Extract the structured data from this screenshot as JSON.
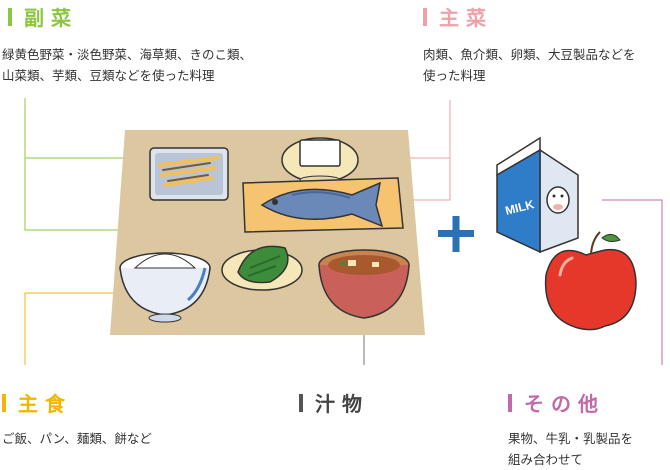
{
  "categories": {
    "fukusai": {
      "title": "副菜",
      "description_lines": [
        "緑黄色野菜・淡色野菜、海草類、きのこ類、",
        "山菜類、芋類、豆類などを使った料理"
      ],
      "color": "#8cc63f"
    },
    "shusai": {
      "title": "主菜",
      "description_lines": [
        "肉類、魚介類、卵類、大豆製品などを",
        "使った料理"
      ],
      "color": "#f0a0a8"
    },
    "shushoku": {
      "title": "主食",
      "description_lines": [
        "ご飯、パン、麺類、餅など"
      ],
      "color": "#f5b400"
    },
    "shirumono": {
      "title": "汁物",
      "description_lines": [],
      "color": "#555555"
    },
    "sonota": {
      "title": "その他",
      "description_lines": [
        "果物、牛乳・乳製品を",
        "組み合わせて"
      ],
      "color": "#c26aa8"
    }
  },
  "illustration": {
    "milk_label": "MILK",
    "plus_color": "#2a72b8",
    "tray_color": "#dcc7a0",
    "icons": [
      "tray-icon",
      "salad-dish-icon",
      "tofu-bowl-icon",
      "grilled-fish-icon",
      "rice-bowl-icon",
      "spinach-dish-icon",
      "miso-soup-icon",
      "plus-icon",
      "milk-carton-icon",
      "apple-icon"
    ]
  }
}
